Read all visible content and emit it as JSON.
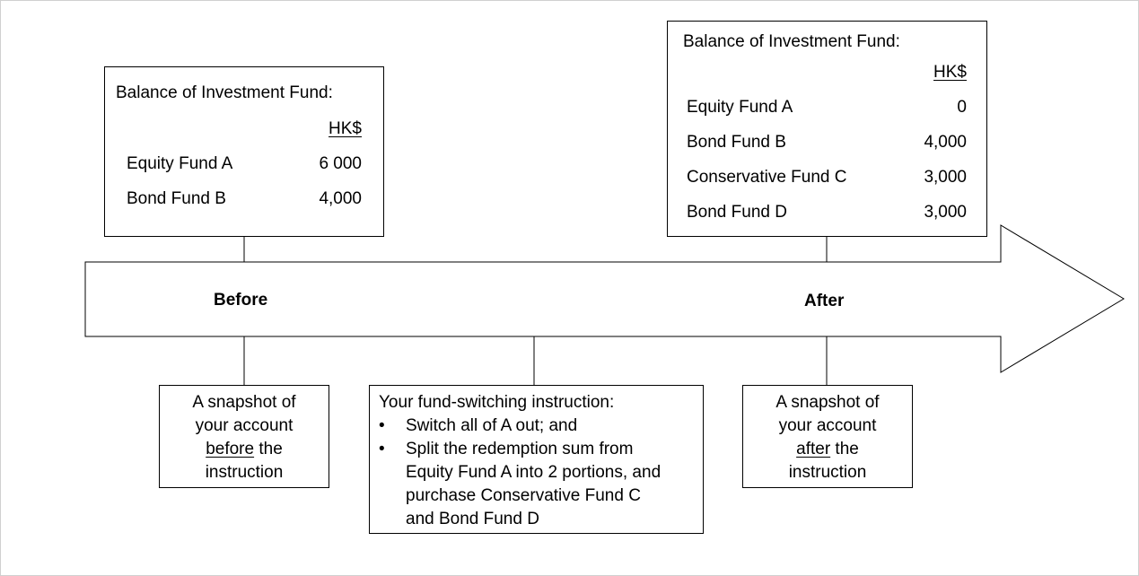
{
  "colors": {
    "stroke": "#000000",
    "background": "#ffffff",
    "frame": "#d0d0d0"
  },
  "before_box": {
    "title": "Balance of Investment Fund:",
    "currency": "HK$",
    "rows": [
      {
        "fund": "Equity Fund A",
        "amount": "6 000"
      },
      {
        "fund": "Bond Fund B",
        "amount": "4,000"
      }
    ]
  },
  "after_box": {
    "title": "Balance of Investment Fund:",
    "currency": "HK$",
    "rows": [
      {
        "fund": "Equity Fund A",
        "amount": "0"
      },
      {
        "fund": "Bond Fund B",
        "amount": "4,000"
      },
      {
        "fund": "Conservative Fund C",
        "amount": "3,000"
      },
      {
        "fund": "Bond Fund D",
        "amount": "3,000"
      }
    ]
  },
  "arrow": {
    "before_label": "Before",
    "after_label": "After"
  },
  "snapshot_before": {
    "line1": "A snapshot of",
    "line2": "your account",
    "emph": "before",
    "emph_suffix": " the",
    "line4": "instruction"
  },
  "instruction": {
    "heading": "Your fund-switching instruction:",
    "bullet": "•",
    "item1": "Switch all of A out; and",
    "item2_line1": "Split the redemption sum from",
    "item2_line2": "Equity Fund A into 2 portions, and",
    "item2_line3": "purchase Conservative Fund C",
    "item2_line4": "and Bond Fund D"
  },
  "snapshot_after": {
    "line1": "A snapshot of",
    "line2": "your account",
    "emph": "after",
    "emph_suffix": " the",
    "line4": "instruction"
  }
}
